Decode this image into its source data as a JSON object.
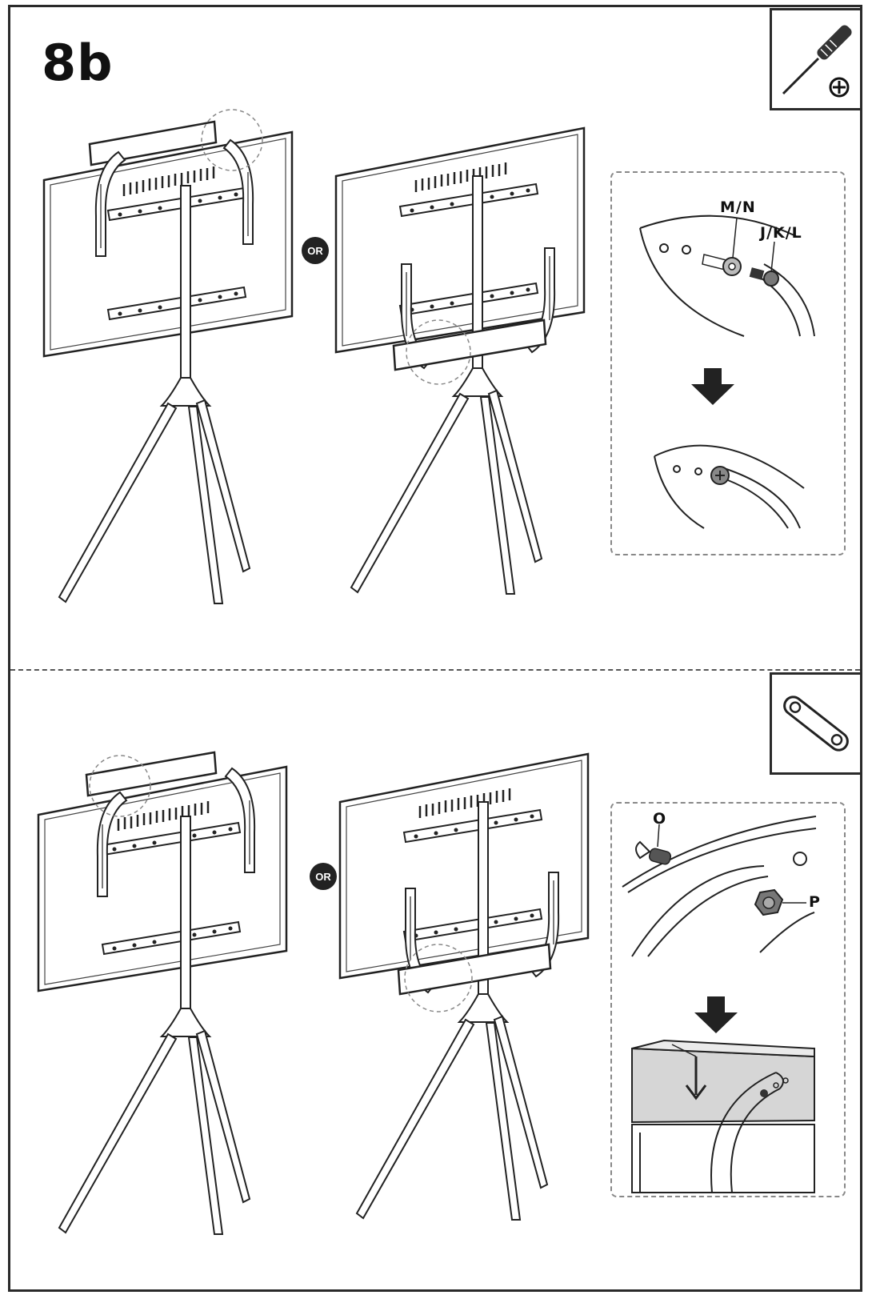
{
  "page": {
    "step_number": "8b",
    "or_label": "OR"
  },
  "top_section": {
    "tool_icon": "phillips-screwdriver-icon",
    "labels": {
      "washer": "M/N",
      "screw": "J/K/L"
    }
  },
  "bottom_section": {
    "tool_icon": "wrench-icon",
    "labels": {
      "bolt": "O",
      "nut": "P"
    }
  }
}
